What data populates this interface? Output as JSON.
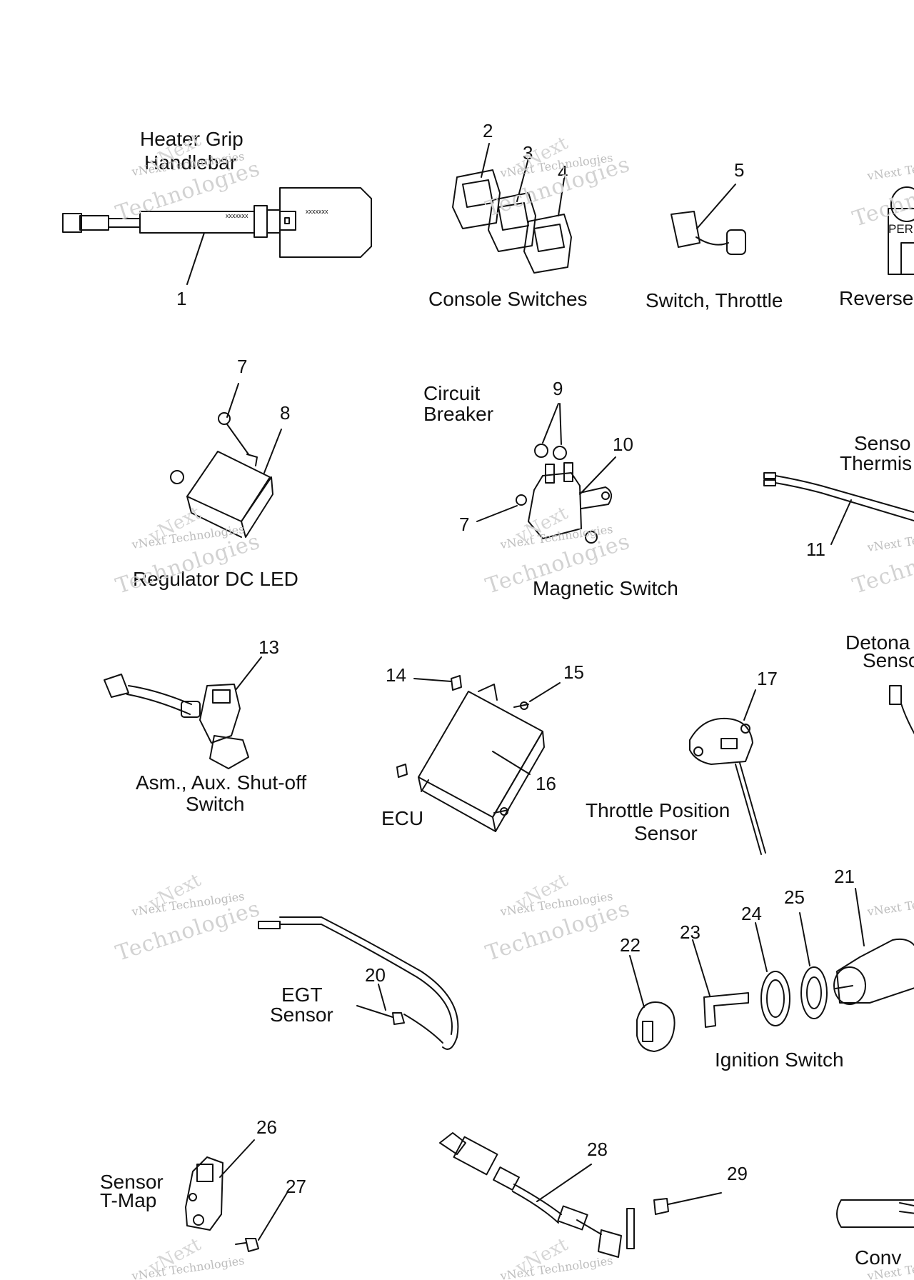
{
  "parts": [
    {
      "id": "heater-grip",
      "caption": "Heater Grip\nHandlebar",
      "numbers": [
        "1"
      ]
    },
    {
      "id": "console-switches",
      "caption": "Console Switches",
      "numbers": [
        "2",
        "3",
        "4"
      ]
    },
    {
      "id": "switch-throttle",
      "caption": "Switch, Throttle",
      "numbers": [
        "5"
      ]
    },
    {
      "id": "reverse",
      "caption": "Reverse",
      "numbers": []
    },
    {
      "id": "regulator",
      "caption": "Regulator DC LED",
      "numbers": [
        "7",
        "8"
      ]
    },
    {
      "id": "circuit-breaker",
      "caption": "Circuit\nBreaker",
      "numbers": []
    },
    {
      "id": "magnetic-switch",
      "caption": "Magnetic Switch",
      "numbers": [
        "9",
        "10",
        "7"
      ]
    },
    {
      "id": "sensor-thermistor",
      "caption": "Sensor\nThermis",
      "numbers": [
        "11"
      ]
    },
    {
      "id": "aux-shutoff",
      "caption": "Asm., Aux. Shut-off\nSwitch",
      "numbers": [
        "13"
      ]
    },
    {
      "id": "ecu",
      "caption": "ECU",
      "numbers": [
        "14",
        "15",
        "16"
      ]
    },
    {
      "id": "throttle-position",
      "caption": "Throttle Position\nSensor",
      "numbers": [
        "17"
      ]
    },
    {
      "id": "detonation",
      "caption": "Detona\nSenso",
      "numbers": []
    },
    {
      "id": "egt-sensor",
      "caption": "EGT\nSensor",
      "numbers": [
        "20"
      ]
    },
    {
      "id": "ignition-switch",
      "caption": "Ignition Switch",
      "numbers": [
        "21",
        "22",
        "23",
        "24",
        "25"
      ]
    },
    {
      "id": "sensor-tmap",
      "caption": "Sensor\nT-Map",
      "numbers": [
        "26",
        "27"
      ]
    },
    {
      "id": "speed-sensor",
      "caption": "",
      "numbers": [
        "28",
        "29"
      ]
    },
    {
      "id": "converter",
      "caption": "Conv",
      "numbers": []
    }
  ],
  "watermark": {
    "line1": "vNext Technologies",
    "line2": "Technologies",
    "line3": "vNext"
  },
  "part_labels": {
    "reverse_tag": "PER",
    "grip_mark": "xxxxxxx",
    "pad_mark": "xxxxxxx"
  }
}
